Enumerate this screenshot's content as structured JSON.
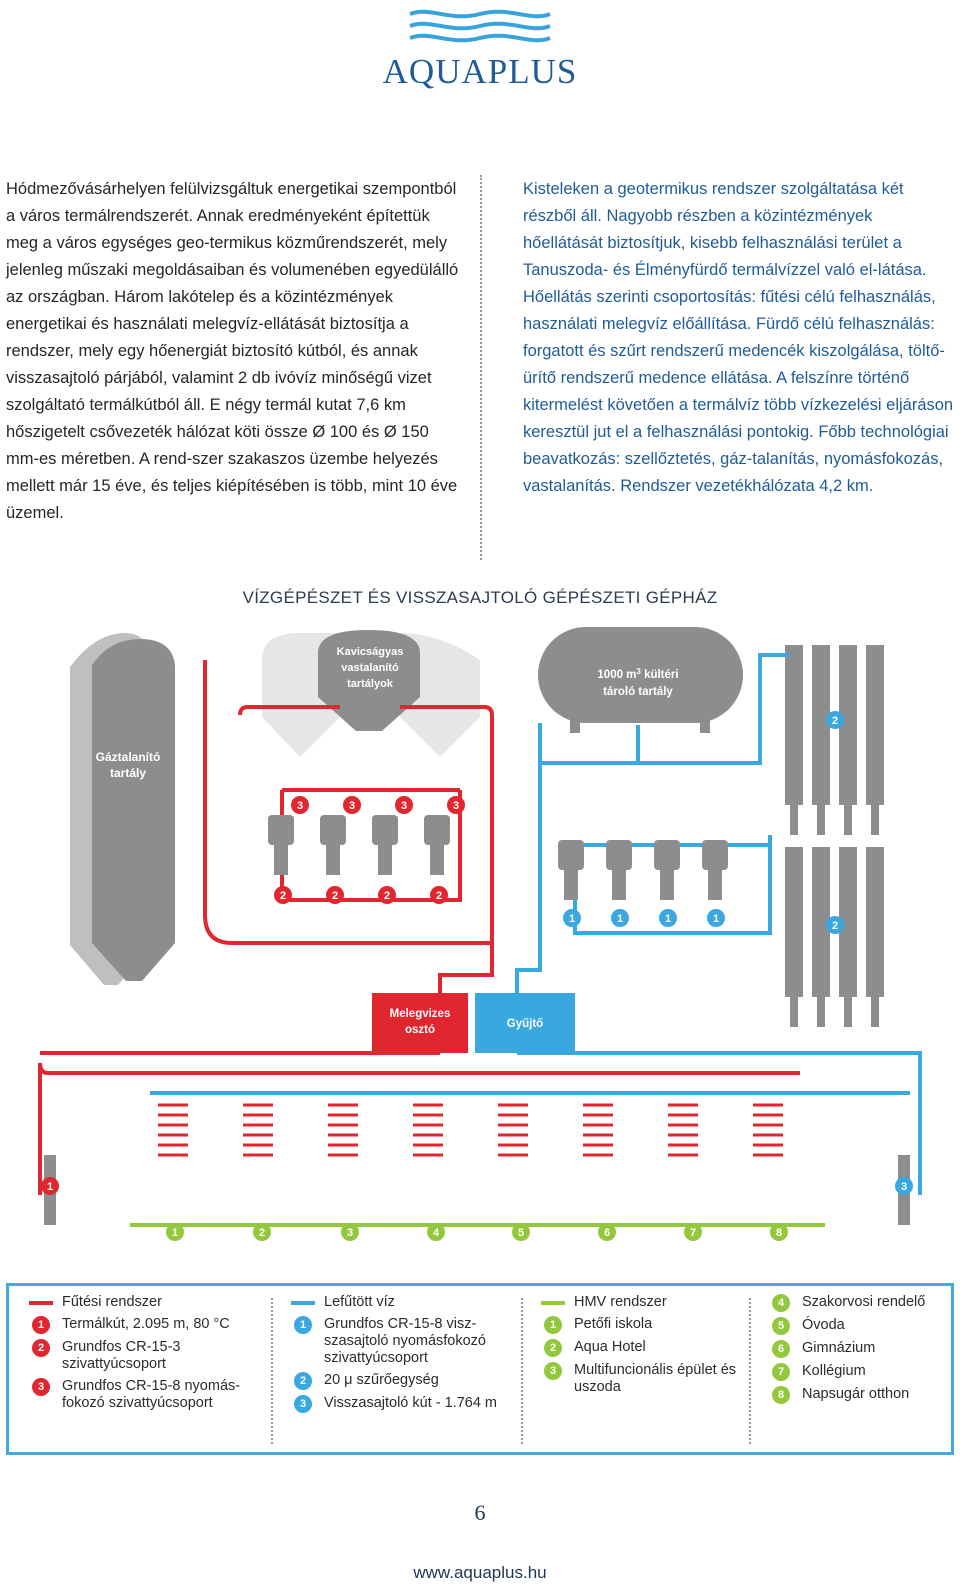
{
  "logo": {
    "text": "AQUAPLUS",
    "wave_color": "#37a3dc"
  },
  "left_text": "Hódmezővásárhelyen felülvizsgáltuk energetikai szempontból a város termálrendszerét. Annak eredményeként építettük meg a város egységes geo-termikus közműrendszerét, mely jelenleg műszaki megoldásaiban és volumenében egyedülálló az országban. Három lakótelep és a közintézmények energetikai és használati melegvíz-ellátását biztosítja a rendszer, mely egy hőenergiát biztosító kútból, és annak visszasajtoló párjából, valamint 2 db ivóvíz minőségű vizet szolgáltató termálkútból áll. E négy termál kutat 7,6 km hőszigetelt csővezeték hálózat köti össze Ø 100 és Ø 150 mm-es méretben. A rend-szer szakaszos üzembe helyezés mellett már 15 éve, és teljes kiépítésében is több, mint 10 éve üzemel.",
  "right_text": "Kisteleken a geotermikus rendszer szolgáltatása két részből áll. Nagyobb részben a közintézmények hőellátását biztosítjuk, kisebb felhasználási terület a Tanuszoda- és Élményfürdő termálvízzel való el-látása. Hőellátás szerinti csoportosítás: fűtési célú felhasználás, használati melegvíz előállítása. Fürdő célú felhasználás: forgatott és szűrt rendszerű medencék kiszolgálása, töltő-ürítő rendszerű medence ellátása. A felszínre történő kitermelést követően a termálvíz több vízkezelési eljáráson keresztül jut el a felhasználási pontokig. Főbb technológiai beavatkozás: szellőztetés, gáz-talanítás, nyomásfokozás, vastalanítás. Rendszer vezetékhálózata 4,2 km.",
  "section_title": "VÍZGÉPÉSZET ÉS VISSZASAJTOLÓ GÉPÉSZETI GÉPHÁZ",
  "diagram": {
    "gas_tank": [
      "Gáztalanító",
      "tartály"
    ],
    "gravel_tank": [
      "Kavicságyas",
      "vastalanító",
      "tartályok"
    ],
    "outdoor_tank_line1": "1000 m",
    "outdoor_tank_sup": "3",
    "outdoor_tank_rest": " kültéri",
    "outdoor_tank_line2": "tároló tartály",
    "hot_distributor": [
      "Melegvizes",
      "osztó"
    ],
    "collector": "Gyűjtő",
    "badges": {
      "red_pump_top": [
        "3",
        "3",
        "3",
        "3"
      ],
      "red_pump_bottom": [
        "2",
        "2",
        "2",
        "2"
      ],
      "blue_pump_bottom": [
        "1",
        "1",
        "1",
        "1"
      ],
      "filters_top": "2",
      "filters_bottom": "2",
      "well_left": "1",
      "well_right": "3",
      "consumers": [
        "1",
        "2",
        "3",
        "4",
        "5",
        "6",
        "7",
        "8"
      ]
    },
    "colors": {
      "red": "#e0262e",
      "blue": "#39a7e0",
      "green": "#93c83d",
      "grey": "#8c8c8e"
    }
  },
  "legend": {
    "col1": [
      {
        "kind": "bar",
        "color": "red",
        "text": "Fűtési rendszer"
      },
      {
        "kind": "num",
        "color": "red",
        "num": "1",
        "text": "Termálkút, 2.095 m, 80 °C"
      },
      {
        "kind": "num",
        "color": "red",
        "num": "2",
        "text": "Grundfos CR-15-3 szivattyúcsoport"
      },
      {
        "kind": "num",
        "color": "red",
        "num": "3",
        "text": "Grundfos CR-15-8 nyomás-fokozó szivattyúcsoport"
      }
    ],
    "col2": [
      {
        "kind": "bar",
        "color": "blue",
        "text": "Lefűtött víz"
      },
      {
        "kind": "num",
        "color": "blue",
        "num": "1",
        "text": "Grundfos CR-15-8 visz-szasajtoló nyomásfokozó szivattyúcsoport"
      },
      {
        "kind": "num",
        "color": "blue",
        "num": "2",
        "text": "20 μ szűrőegység"
      },
      {
        "kind": "num",
        "color": "blue",
        "num": "3",
        "text": "Visszasajtoló kút - 1.764 m"
      }
    ],
    "col3": [
      {
        "kind": "bar",
        "color": "green",
        "text": "HMV rendszer"
      },
      {
        "kind": "num",
        "color": "green",
        "num": "1",
        "text": "Petőfi iskola"
      },
      {
        "kind": "num",
        "color": "green",
        "num": "2",
        "text": "Aqua Hotel"
      },
      {
        "kind": "num",
        "color": "green",
        "num": "3",
        "text": "Multifuncionális épület és uszoda"
      }
    ],
    "col4": [
      {
        "kind": "num",
        "color": "green",
        "num": "4",
        "text": "Szakorvosi rendelő"
      },
      {
        "kind": "num",
        "color": "green",
        "num": "5",
        "text": "Óvoda"
      },
      {
        "kind": "num",
        "color": "green",
        "num": "6",
        "text": "Gimnázium"
      },
      {
        "kind": "num",
        "color": "green",
        "num": "7",
        "text": "Kollégium"
      },
      {
        "kind": "num",
        "color": "green",
        "num": "8",
        "text": "Napsugár otthon"
      }
    ]
  },
  "page_number": "6",
  "url": "www.aquaplus.hu"
}
